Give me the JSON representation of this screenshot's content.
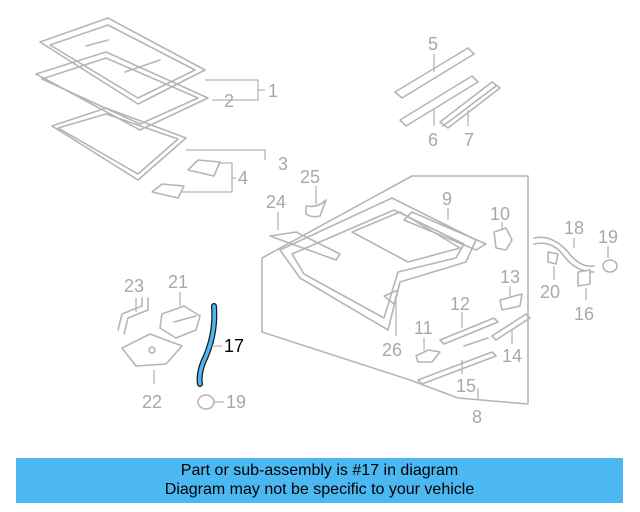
{
  "diagram": {
    "highlight_color": "#4bb8f2",
    "highlighted_part": "17",
    "callouts": [
      "1",
      "2",
      "3",
      "4",
      "5",
      "6",
      "7",
      "8",
      "9",
      "10",
      "11",
      "12",
      "13",
      "14",
      "15",
      "16",
      "17",
      "18",
      "19",
      "19",
      "20",
      "21",
      "22",
      "23",
      "24",
      "25",
      "26"
    ]
  },
  "banner": {
    "line1": "Part or sub-assembly is #17 in diagram",
    "line2": "Diagram may not be specific to your vehicle",
    "background": "#4bb8f2"
  }
}
